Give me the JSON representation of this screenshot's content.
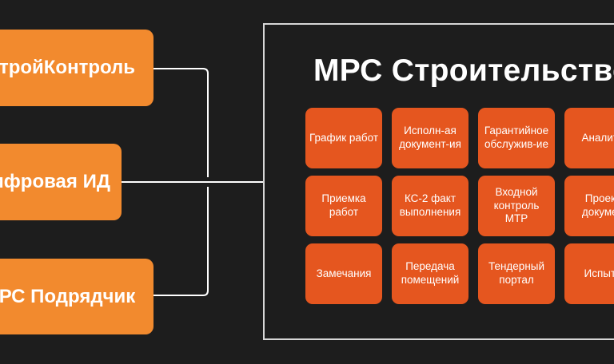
{
  "left_nodes": [
    {
      "label": "тройКонтроль"
    },
    {
      "label": "ифровая ИД"
    },
    {
      "label": "РС Подрядчик"
    }
  ],
  "main": {
    "title": "МРС Строительство",
    "modules": [
      "График работ",
      "Исполн-ая\nдокумент-ия",
      "Гарантийное\nобслужив-ие",
      "Аналити",
      "Приемка\nработ",
      "КС-2 факт\nвыполнения",
      "Входной\nконтроль\nМТР",
      "Проект\nдокумен",
      "Замечания",
      "Передача\nпомещений",
      "Тендерный\nпортал",
      "Испыта"
    ]
  },
  "colors": {
    "background": "#1d1d1d",
    "left_node": "#f28a2e",
    "module_tile": "#e5561f",
    "frame_border": "#d6d6d6",
    "connector": "#ffffff"
  }
}
